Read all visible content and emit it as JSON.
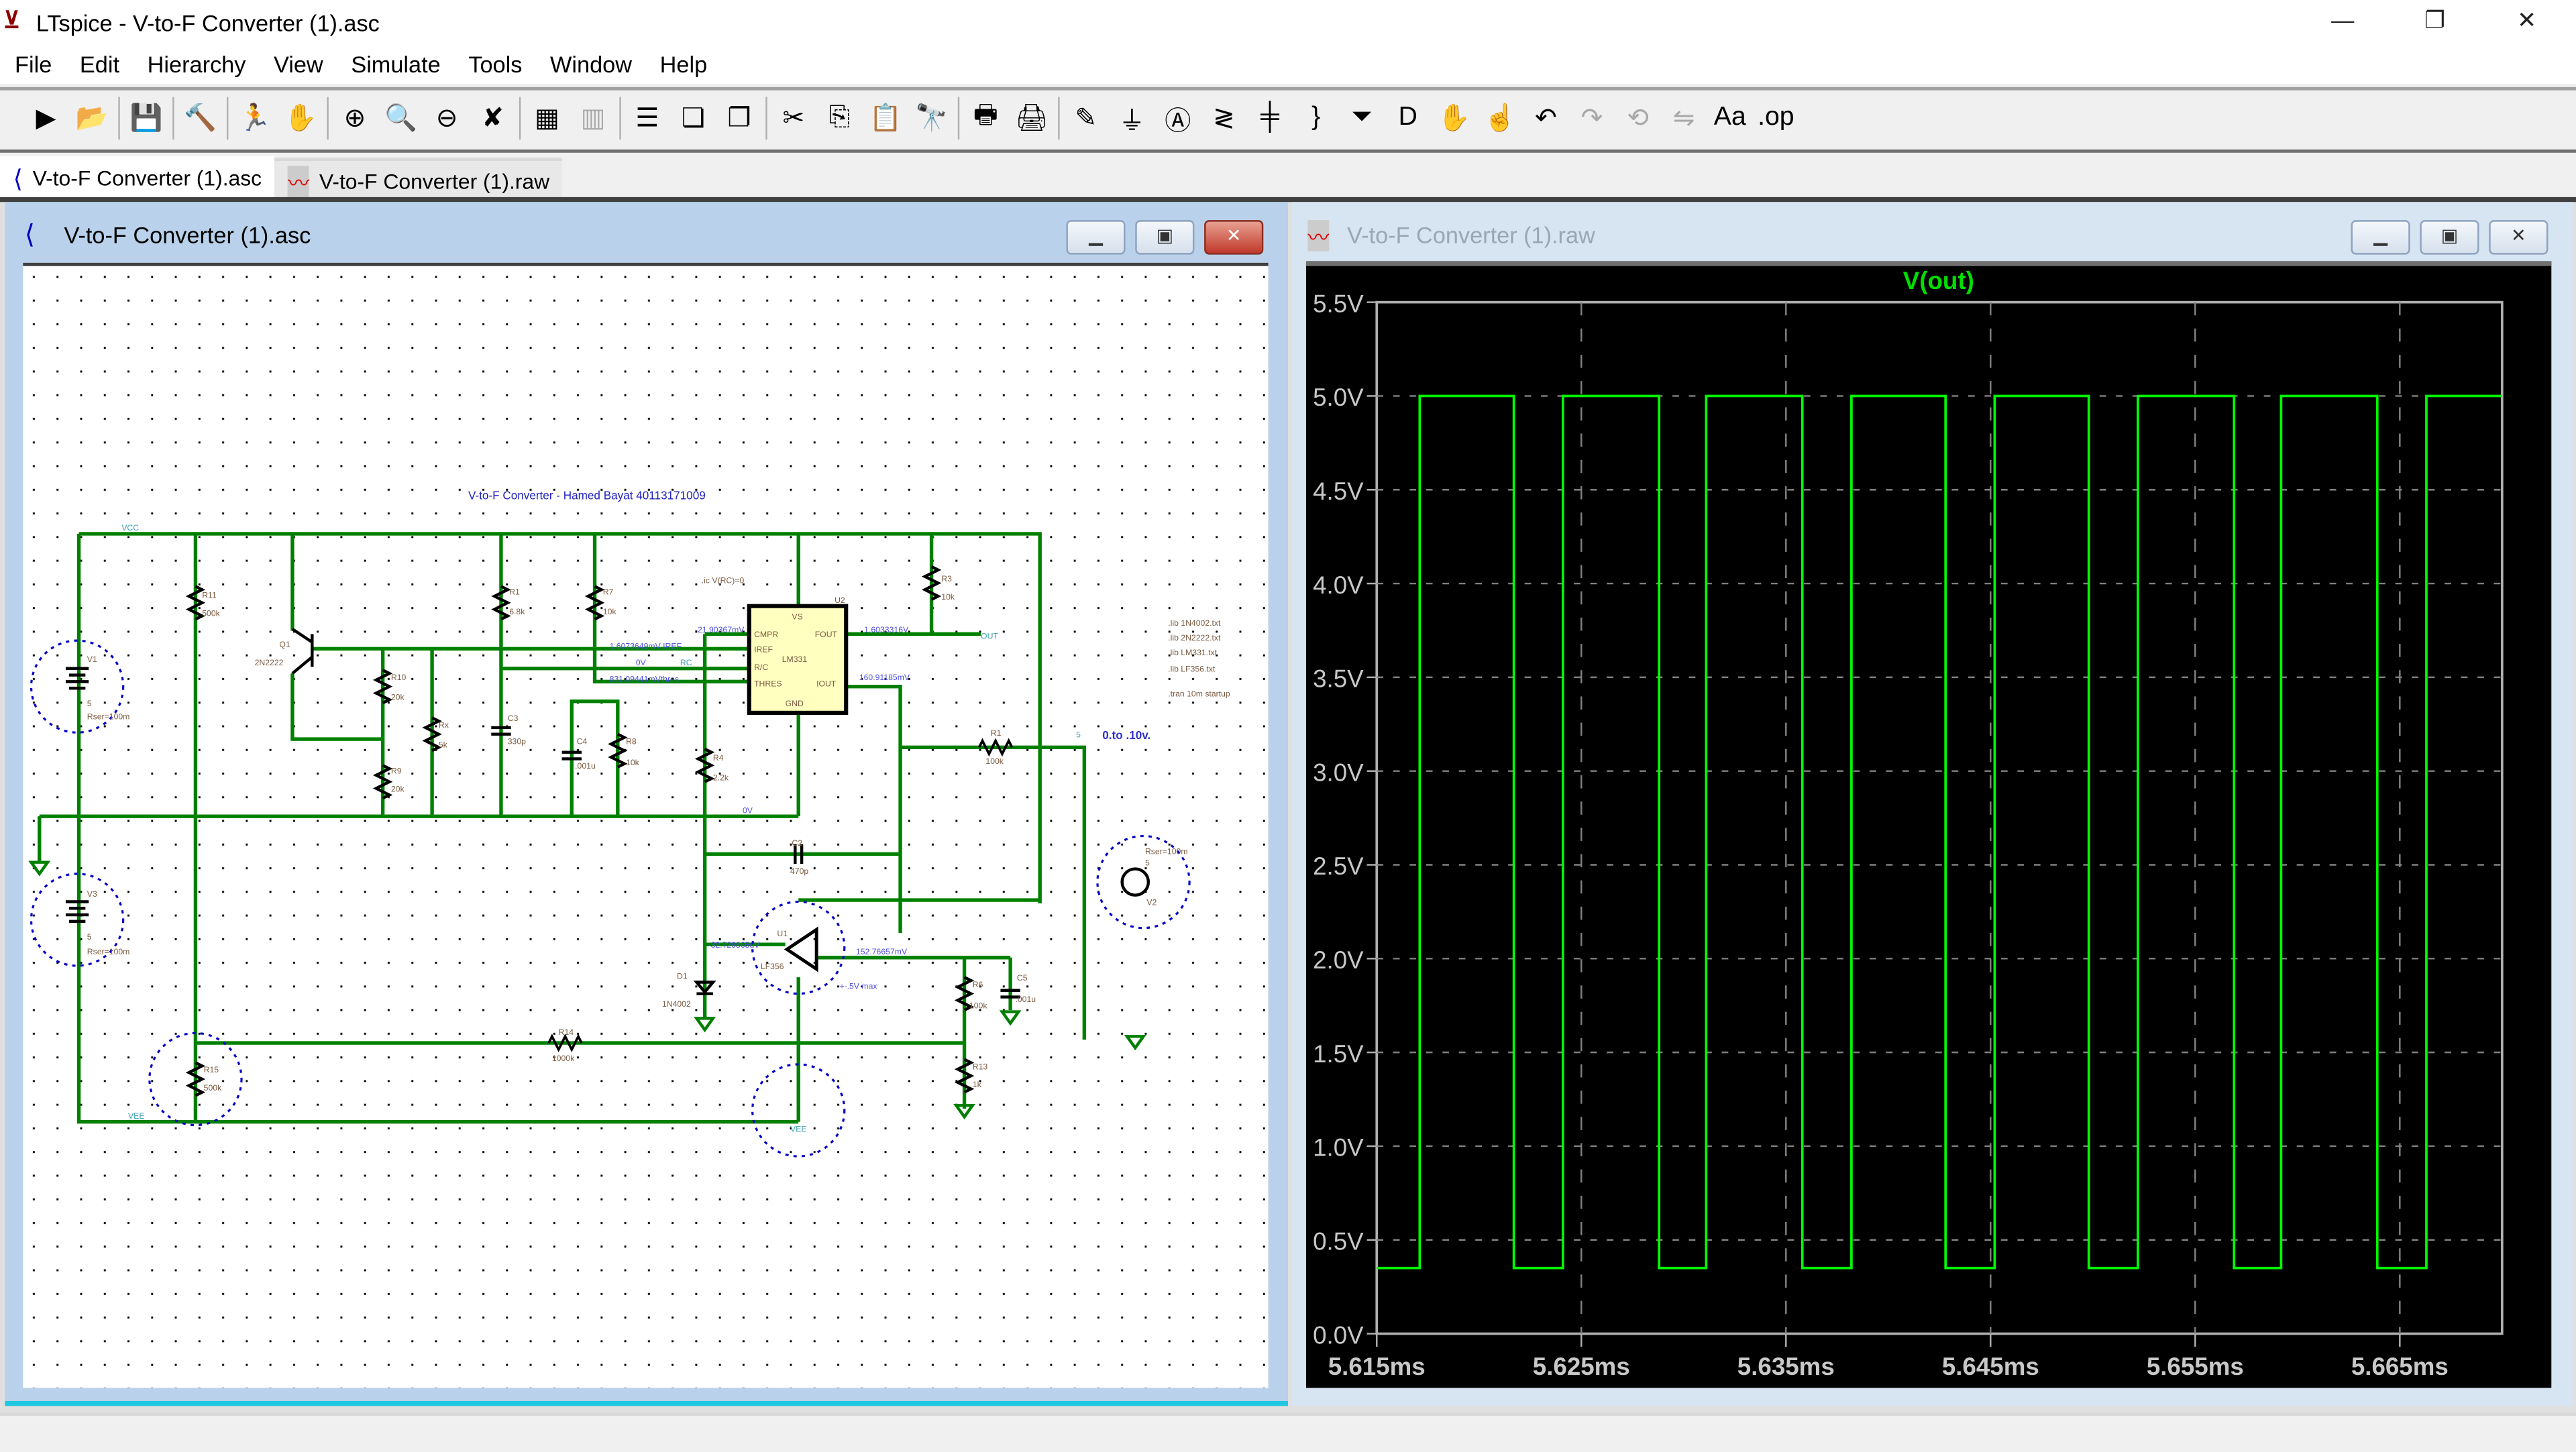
{
  "app": {
    "title": "LTspice - V-to-F Converter (1).asc",
    "minimize": "—",
    "restore": "❐",
    "close": "✕"
  },
  "menu": [
    "File",
    "Edit",
    "Hierarchy",
    "View",
    "Simulate",
    "Tools",
    "Window",
    "Help"
  ],
  "toolbar": [
    {
      "name": "new-schematic",
      "glyph": "▶"
    },
    {
      "name": "open",
      "glyph": "📂"
    },
    {
      "sep": true
    },
    {
      "name": "save",
      "glyph": "💾"
    },
    {
      "sep": true
    },
    {
      "name": "control-panel",
      "glyph": "🔨"
    },
    {
      "sep": true
    },
    {
      "name": "run",
      "glyph": "🏃"
    },
    {
      "name": "halt",
      "glyph": "✋",
      "disabled": true
    },
    {
      "sep": true
    },
    {
      "name": "zoom-in",
      "glyph": "⊕"
    },
    {
      "name": "pan",
      "glyph": "🔍",
      "disabled": true
    },
    {
      "name": "zoom-out",
      "glyph": "⊖"
    },
    {
      "name": "zoom-fit",
      "glyph": "✘"
    },
    {
      "sep": true
    },
    {
      "name": "autorange",
      "glyph": "▦"
    },
    {
      "name": "delete-trace",
      "glyph": "▥",
      "disabled": true
    },
    {
      "sep": true
    },
    {
      "name": "tile-horizontal",
      "glyph": "☰"
    },
    {
      "name": "cascade",
      "glyph": "❏"
    },
    {
      "name": "tile-vertical",
      "glyph": "❐"
    },
    {
      "sep": true
    },
    {
      "name": "cut",
      "glyph": "✂"
    },
    {
      "name": "copy",
      "glyph": "⎘"
    },
    {
      "name": "paste",
      "glyph": "📋",
      "disabled": true
    },
    {
      "name": "find",
      "glyph": "🔭"
    },
    {
      "sep": true
    },
    {
      "name": "print-preview",
      "glyph": "🖶"
    },
    {
      "name": "print",
      "glyph": "🖨"
    },
    {
      "sep": true
    },
    {
      "name": "wire",
      "glyph": "✎"
    },
    {
      "name": "ground",
      "glyph": "⏚"
    },
    {
      "name": "label-net",
      "glyph": "Ⓐ"
    },
    {
      "name": "resistor",
      "glyph": "≷"
    },
    {
      "name": "capacitor",
      "glyph": "╪"
    },
    {
      "name": "inductor",
      "glyph": "}"
    },
    {
      "name": "diode",
      "glyph": "⏷"
    },
    {
      "name": "component",
      "glyph": "D"
    },
    {
      "name": "move",
      "glyph": "✋"
    },
    {
      "name": "drag",
      "glyph": "☝"
    },
    {
      "name": "undo",
      "glyph": "↶"
    },
    {
      "name": "redo",
      "glyph": "↷",
      "disabled": true
    },
    {
      "name": "rotate",
      "glyph": "⟲",
      "disabled": true
    },
    {
      "name": "mirror",
      "glyph": "⇋",
      "disabled": true
    },
    {
      "name": "text",
      "glyph": "Aa"
    },
    {
      "name": "spice-directive",
      "glyph": ".op"
    }
  ],
  "tabs": [
    {
      "label": "V-to-F Converter (1).asc",
      "active": true
    },
    {
      "label": "V-to-F Converter (1).raw",
      "active": false
    }
  ],
  "schematic_window": {
    "title": "V-to-F Converter (1).asc"
  },
  "plot_window": {
    "title": "V-to-F Converter (1).raw"
  },
  "schematic": {
    "title": "V-to-F Converter - Hamed Bayat 40113171009",
    "labels": [
      "VCC",
      "VEE",
      "VEE",
      "R11",
      "500k",
      "Q1",
      "2N2222",
      "V1",
      "5",
      "Rser=100m",
      "V3",
      "5",
      "Rser=100m",
      "R10",
      "20k",
      "R9",
      "20k",
      "Rx",
      "5k",
      "C3",
      "330p",
      "R1",
      "6.8k",
      "R7",
      "10k",
      "C4",
      ".001u",
      "R8",
      "10k",
      "R4",
      "2.2k",
      ".ic V(RC)=0",
      "U2",
      "VS",
      "CMPR",
      "IREF",
      "R/C",
      "THRES",
      "FOUT",
      "IOUT",
      "GND",
      "LM331",
      "-21.90367mV",
      "1.6073649mV IREF",
      "0V",
      "RC",
      "831.09441mVthres",
      "1.6033316V",
      "OUT",
      "160.91185mV",
      "0V",
      "R3",
      "10k",
      "R1",
      "100k",
      "5",
      "0.to .10v.",
      "Rser=100m",
      "5",
      "V2",
      "C2",
      "470p",
      "U1",
      "LF356",
      "-32.729865uV",
      "152.76657mV",
      "+-.5V max",
      "D1",
      "1N4002",
      "R6",
      "100k",
      "C5",
      ".001u",
      "R13",
      "1k",
      "R14",
      "1000k",
      "R15",
      "500k"
    ],
    "directives": [
      ".lib 1N4002.txt",
      ".lib 2N2222.txt",
      ".lib LM331.txt",
      ".lib LF356.txt",
      ".tran 10m startup"
    ],
    "colors": {
      "wire": "#008000",
      "component": "#000000",
      "ic_fill": "#ffffc0",
      "annotation": "#0000c8"
    }
  },
  "chart_data": {
    "type": "line",
    "title": "V(out)",
    "xlabel": "",
    "ylabel": "",
    "xlim": [
      5.615,
      5.67
    ],
    "ylim": [
      0,
      5.5
    ],
    "grid": true,
    "x_ticks": [
      "5.615ms",
      "5.625ms",
      "5.635ms",
      "5.645ms",
      "5.655ms",
      "5.665ms"
    ],
    "x_tick_values": [
      5.615,
      5.625,
      5.635,
      5.645,
      5.655,
      5.665
    ],
    "y_ticks": [
      "5.5V",
      "5.0V",
      "4.5V",
      "4.0V",
      "3.5V",
      "3.0V",
      "2.5V",
      "2.0V",
      "1.5V",
      "1.0V",
      "0.5V",
      "0.0V"
    ],
    "y_tick_values": [
      5.5,
      5.0,
      4.5,
      4.0,
      3.5,
      3.0,
      2.5,
      2.0,
      1.5,
      1.0,
      0.5,
      0.0
    ],
    "series": [
      {
        "name": "V(out)",
        "color": "#00ff00",
        "low": 0.35,
        "high": 5.0,
        "initial_state": "low",
        "edges_ms": [
          5.6171,
          5.6217,
          5.6241,
          5.6288,
          5.6311,
          5.6358,
          5.6382,
          5.6428,
          5.6452,
          5.6498,
          5.6522,
          5.6569,
          5.6592,
          5.6639,
          5.6663
        ]
      }
    ]
  }
}
